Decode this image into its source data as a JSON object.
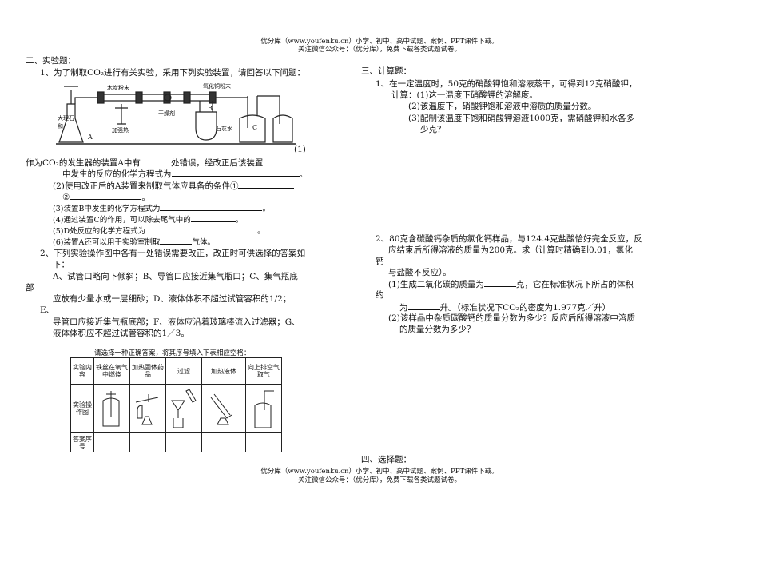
{
  "header": {
    "line1": "优分库（www.youfenku.cn）小学、初中、高中试题、案例、PPT课件下载。",
    "line2": "关注微信公众号：（优分库），免费下载各类试题试卷。"
  },
  "footer": {
    "line1": "优分库（www.youfenku.cn）小学、初中、高中试题、案例、PPT课件下载。",
    "line2": "关注微信公众号：（优分库），免费下载各类试题试卷。"
  },
  "left": {
    "section_title": "二、实验题：",
    "q1_intro": "1、为了制取CO₂进行有关实验，采用下列实验装置，请回答以下问题：",
    "apparatus_labels": {
      "wood_charcoal": "木炭粉末",
      "copper_oxide": "氧化铜粉末",
      "marble": "大理石",
      "acid": "和",
      "heating": "加强热",
      "drying_tube": "干燥剂",
      "limewater": "石灰水",
      "label_a": "A",
      "label_b": "B",
      "label_c": "C"
    },
    "q1_part1_num": "(1)",
    "q1_part1_a": "作为CO₂的发生器的装置A中有",
    "q1_part1_b": "处错误，经改正后该装置",
    "q1_part1_c": "中发生的反应的化学方程式为",
    "q1_part2_a": "(2)使用改正后的A装置来制取气体应具备的条件①",
    "q1_part2_b": "②",
    "q1_part3": "(3)装置B中发生的化学方程式为",
    "q1_part4": "(4)通过装置C的作用，可以除去尾气中的",
    "q1_part5": "(5)D处反应的化学方程式为",
    "q1_part6_a": "(6)装置A还可以用于实验室制取",
    "q1_part6_b": "气体。",
    "q2_line1": "2、下列实验操作图中各有一处错误需要改正，改正时可供选择的答案如",
    "q2_line2": "下：",
    "q2_line3": "A、试管口略向下倾斜；B、导管口应接近集气瓶口；C、集气瓶底",
    "q2_line4": "部",
    "q2_line5": "应放有少量水或一层细砂；D、液体体积不超过试管容积的1/2；",
    "q2_line6": "E、",
    "q2_line7": "导管口应接近集气瓶底部；F、液体应沿着玻璃棒流入过滤器；G、",
    "q2_line8": "液体体积应不超过试管容积的1／3。",
    "table": {
      "caption": "请选择一种正确答案，将其序号填入下表相应空格：",
      "row_headers": [
        "实验内容",
        "实验操作图",
        "答案序号"
      ],
      "columns": [
        "铁丝在氧气中燃烧",
        "加热固体药品",
        "过滤",
        "加热液体",
        "向上排空气取气"
      ]
    }
  },
  "right": {
    "section_title": "三、计算题：",
    "c1_line1": "1、在一定温度时，50克的硝酸钾饱和溶液蒸干，可得到12克硝酸钾，",
    "c1_line2": "计算：(1)这一温度下硝酸钾的溶解度。",
    "c1_line3": "(2)该温度下，硝酸钾饱和溶液中溶质的质量分数。",
    "c1_line4": "(3)配制该温度下饱和硝酸钾溶液1000克，需硝酸钾和水各多",
    "c1_line5": "少克？",
    "c2_line1": "2、80克含碳酸钙杂质的氯化钙样品，与124.4克盐酸恰好完全反应，反",
    "c2_line2": "应结束后所得溶液的质量为200克。求（计算时精确到0.01，氯化",
    "c2_line3": "钙",
    "c2_line4": "与盐酸不反应）。",
    "c2_line5_a": "(1)生成二氧化碳的质量为",
    "c2_line5_b": "克，它在标准状况下所占的体积",
    "c2_line6": "约",
    "c2_line7_a": "为",
    "c2_line7_b": "升。（标准状况下CO₂的密度为1.977克／升）",
    "c2_line8": "(2)该样品中杂质碳酸钙的质量分数为多少？反应后所得溶液中溶质",
    "c2_line9": "的质量分数为多少？",
    "section4_title": "四、选择题："
  }
}
